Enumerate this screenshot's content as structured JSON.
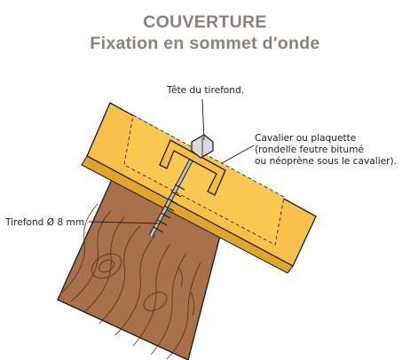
{
  "title": {
    "line1": "COUVERTURE",
    "line2": "Fixation en sommet d'onde"
  },
  "labels": {
    "head": "Tête du tirefond.",
    "cap_line1": "Cavalier ou plaquette",
    "cap_line2": "(rondelle feutre bitumé",
    "cap_line3": "ou néoprène sous le cavalier).",
    "screw": "Tirefond Ø 8 mm"
  },
  "colors": {
    "title": "#8c827b",
    "roof_sheet": "#f7c04a",
    "roof_shadow": "#e0a52f",
    "wood": "#a8714a",
    "wood_grain": "#4a2c17",
    "cap": "#f5bd45",
    "screw": "#bdbdbd",
    "outline": "#1a1a1a"
  }
}
